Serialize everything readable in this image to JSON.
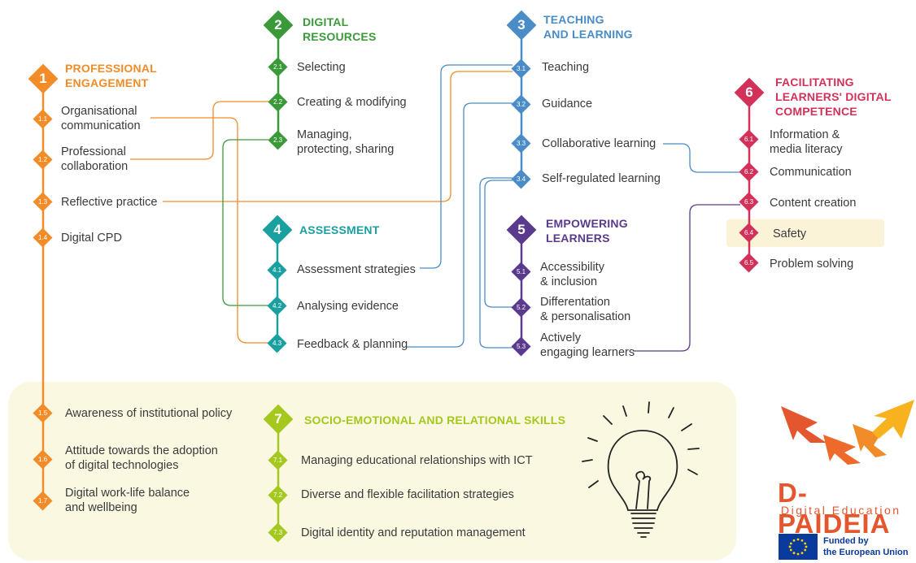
{
  "colors": {
    "orange": "#f28c28",
    "green": "#3a9a3a",
    "blue": "#4a8cc8",
    "teal": "#1aa0a0",
    "purple": "#5a3a8c",
    "crimson": "#d2325a",
    "lime": "#a5c81e"
  },
  "areas": {
    "a1": {
      "num": "1",
      "title": "PROFESSIONAL\nENGAGEMENT"
    },
    "a2": {
      "num": "2",
      "title": "DIGITAL\nRESOURCES"
    },
    "a3": {
      "num": "3",
      "title": "TEACHING\nAND LEARNING"
    },
    "a4": {
      "num": "4",
      "title": "ASSESSMENT"
    },
    "a5": {
      "num": "5",
      "title": "EMPOWERING\nLEARNERS"
    },
    "a6": {
      "num": "6",
      "title": "FACILITATING\nLEARNERS' DIGITAL\nCOMPETENCE"
    },
    "a7": {
      "num": "7",
      "title": "SOCIO-EMOTIONAL AND RELATIONAL SKILLS"
    }
  },
  "items": {
    "i1_1": {
      "code": "1.1",
      "label": "Organisational\ncommunication"
    },
    "i1_2": {
      "code": "1.2",
      "label": "Professional\ncollaboration"
    },
    "i1_3": {
      "code": "1.3",
      "label": "Reflective practice"
    },
    "i1_4": {
      "code": "1.4",
      "label": "Digital CPD"
    },
    "i1_5": {
      "code": "1.5",
      "label": "Awareness of institutional policy"
    },
    "i1_6": {
      "code": "1.6",
      "label": "Attitude towards the adoption\nof digital technologies"
    },
    "i1_7": {
      "code": "1.7",
      "label": "Digital work-life balance\nand wellbeing"
    },
    "i2_1": {
      "code": "2.1",
      "label": "Selecting"
    },
    "i2_2": {
      "code": "2.2",
      "label": "Creating & modifying"
    },
    "i2_3": {
      "code": "2.3",
      "label": "Managing,\nprotecting, sharing"
    },
    "i3_1": {
      "code": "3.1",
      "label": "Teaching"
    },
    "i3_2": {
      "code": "3.2",
      "label": "Guidance"
    },
    "i3_3": {
      "code": "3.3",
      "label": "Collaborative learning"
    },
    "i3_4": {
      "code": "3.4",
      "label": "Self-regulated learning"
    },
    "i4_1": {
      "code": "4.1",
      "label": "Assessment strategies"
    },
    "i4_2": {
      "code": "4.2",
      "label": "Analysing evidence"
    },
    "i4_3": {
      "code": "4.3",
      "label": "Feedback & planning"
    },
    "i5_1": {
      "code": "5.1",
      "label": "Accessibility\n& inclusion"
    },
    "i5_2": {
      "code": "5.2",
      "label": "Differentation\n& personalisation"
    },
    "i5_3": {
      "code": "5.3",
      "label": "Actively\nengaging learners"
    },
    "i6_1": {
      "code": "6.1",
      "label": "Information &\nmedia literacy"
    },
    "i6_2": {
      "code": "6.2",
      "label": "Communication"
    },
    "i6_3": {
      "code": "6.3",
      "label": "Content creation"
    },
    "i6_4": {
      "code": "6.4",
      "label": "Safety"
    },
    "i6_5": {
      "code": "6.5",
      "label": "Problem solving"
    },
    "i7_1": {
      "code": "7.1",
      "label": "Managing educational relationships with ICT"
    },
    "i7_2": {
      "code": "7.2",
      "label": "Diverse and flexible facilitation strategies"
    },
    "i7_3": {
      "code": "7.3",
      "label": "Digital identity and reputation management"
    }
  },
  "logo": {
    "name": "D-PAIDEIA",
    "tagline": "Digital Education"
  },
  "funding": {
    "text": "Funded by\nthe European Union"
  }
}
